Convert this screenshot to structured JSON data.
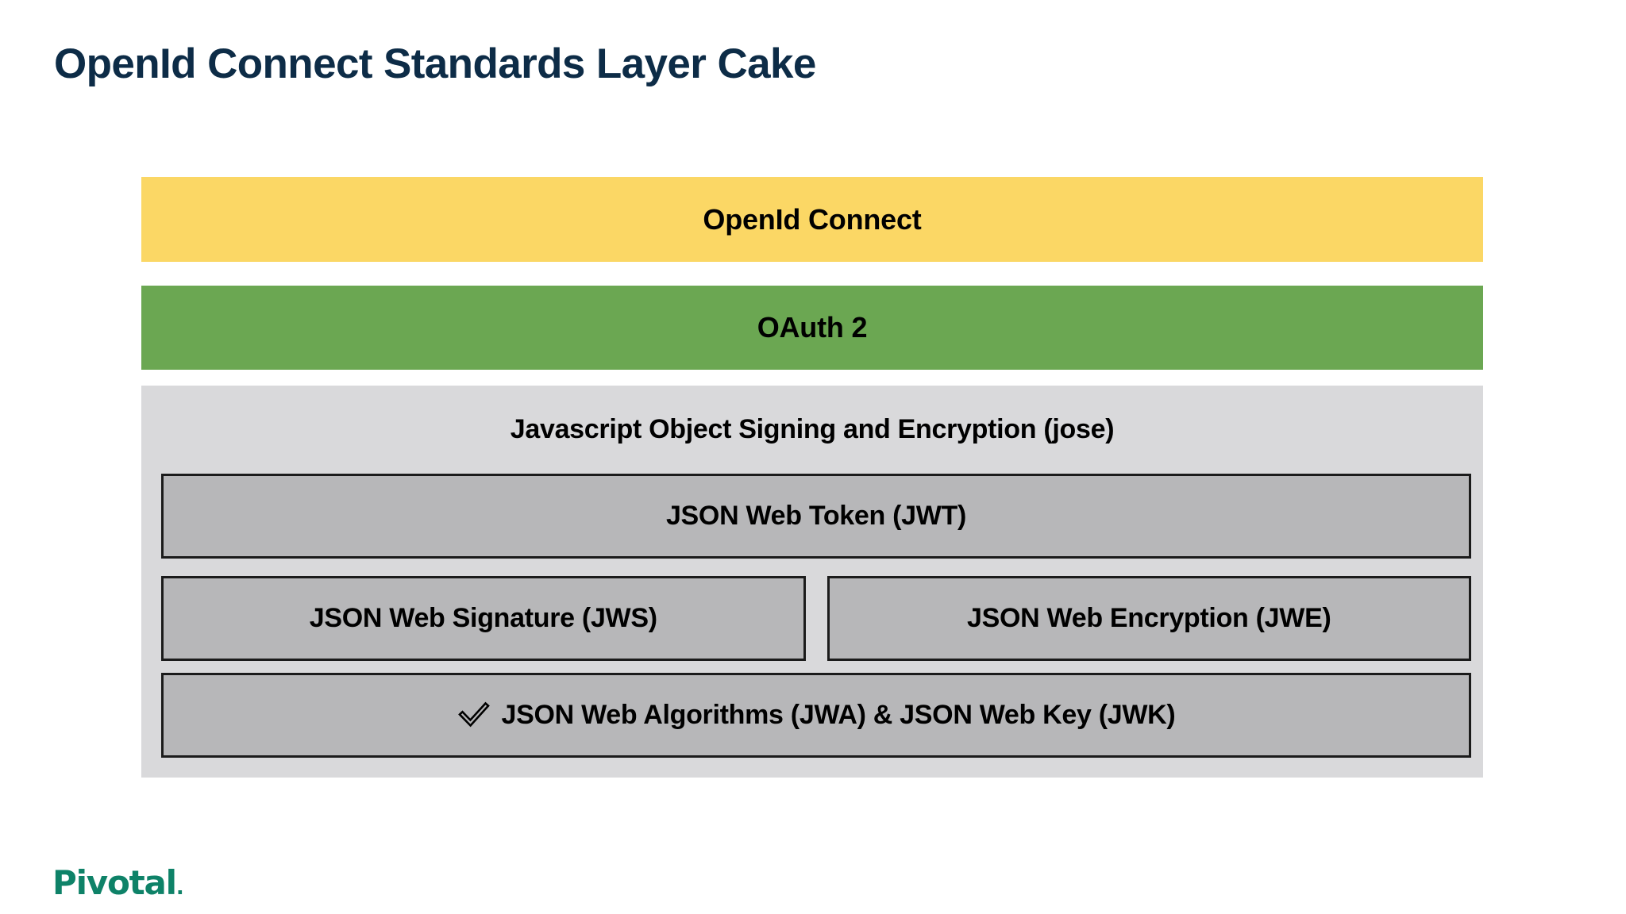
{
  "slide": {
    "title": "OpenId Connect Standards Layer Cake",
    "background_color": "#ffffff",
    "title_color": "#0d2c47"
  },
  "diagram": {
    "name": "layer-cake",
    "layers": [
      {
        "id": "openid-connect",
        "label": "OpenId Connect",
        "color": "#fbd765"
      },
      {
        "id": "oauth2",
        "label": "OAuth 2",
        "color": "#6ba752"
      },
      {
        "id": "jose",
        "label": "Javascript Object Signing and Encryption (jose)",
        "color": "#d9d9db",
        "children": [
          {
            "id": "jwt",
            "label": "JSON Web Token (JWT)",
            "color": "#b7b7b9"
          },
          {
            "id": "jws",
            "label": "JSON Web Signature (JWS)",
            "color": "#b7b7b9"
          },
          {
            "id": "jwe",
            "label": "JSON Web Encryption (JWE)",
            "color": "#b7b7b9"
          },
          {
            "id": "jwa-jwk",
            "label": "JSON Web Algorithms (JWA) & JSON Web Key (JWK)",
            "color": "#b7b7b9",
            "icon": "check-outline-icon"
          }
        ]
      }
    ]
  },
  "footer": {
    "logo_text": "Pivotal",
    "logo_suffix": ".",
    "logo_color": "#0e8268"
  }
}
